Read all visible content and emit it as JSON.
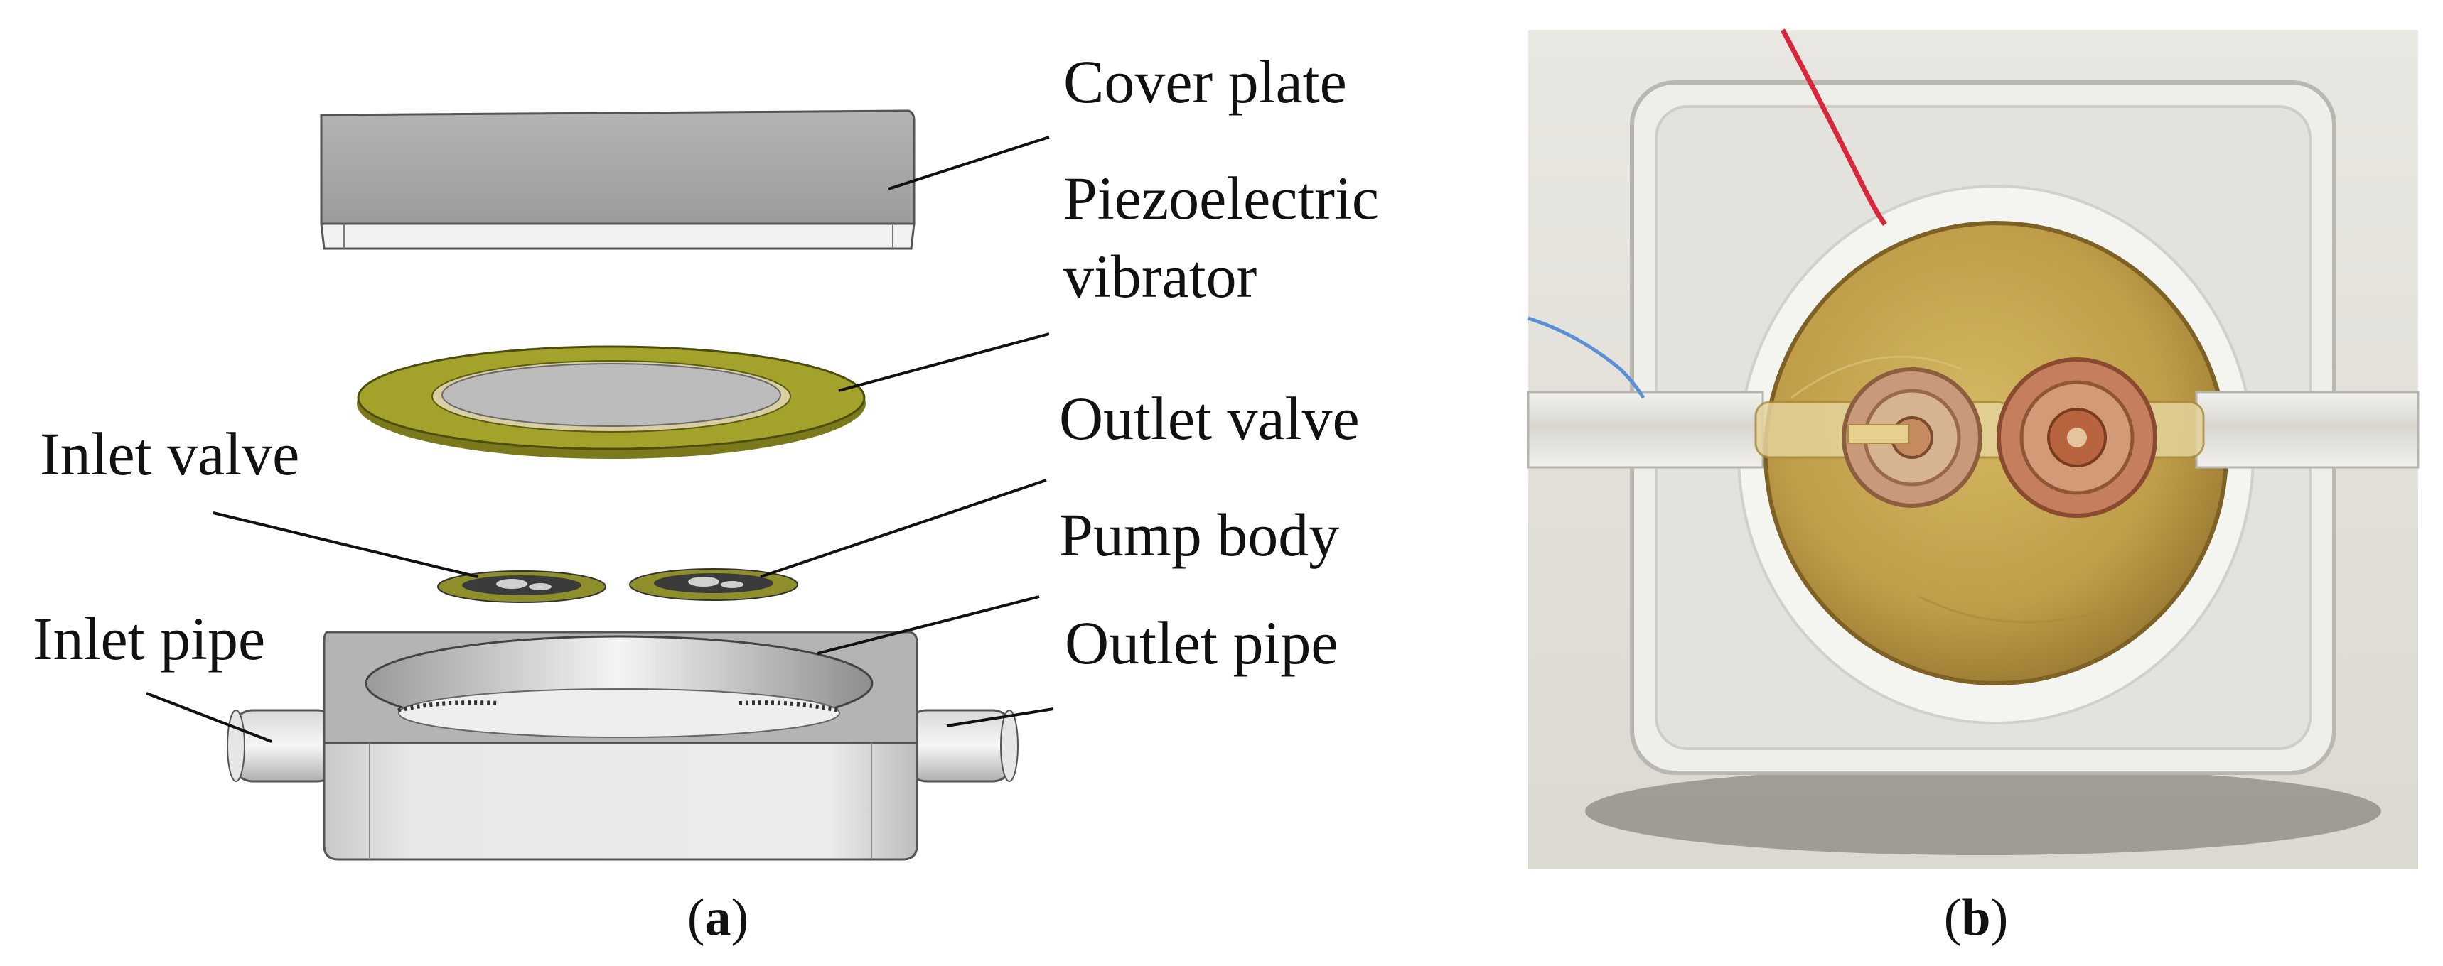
{
  "panel_a": {
    "labels": {
      "cover_plate": "Cover plate",
      "piezo_line1": "Piezoelectric",
      "piezo_line2": "vibrator",
      "outlet_valve": "Outlet valve",
      "inlet_valve": "Inlet valve",
      "pump_body": "Pump body",
      "inlet_pipe": "Inlet pipe",
      "outlet_pipe": "Outlet pipe"
    },
    "caption": {
      "open": "(",
      "letter": "a",
      "close": ")"
    }
  },
  "panel_b": {
    "caption": {
      "open": "(",
      "letter": "b",
      "close": ")"
    }
  },
  "colors": {
    "cover_gray": "#a9a9a9",
    "piezo_brass": "#9a9a2a",
    "piezo_ceramic": "#bdbdbd",
    "acrylic": "#e6e6e2",
    "brass_disc": "#c2a24c",
    "red_wire": "#d8263a",
    "blue_wire": "#5b8fd6"
  }
}
